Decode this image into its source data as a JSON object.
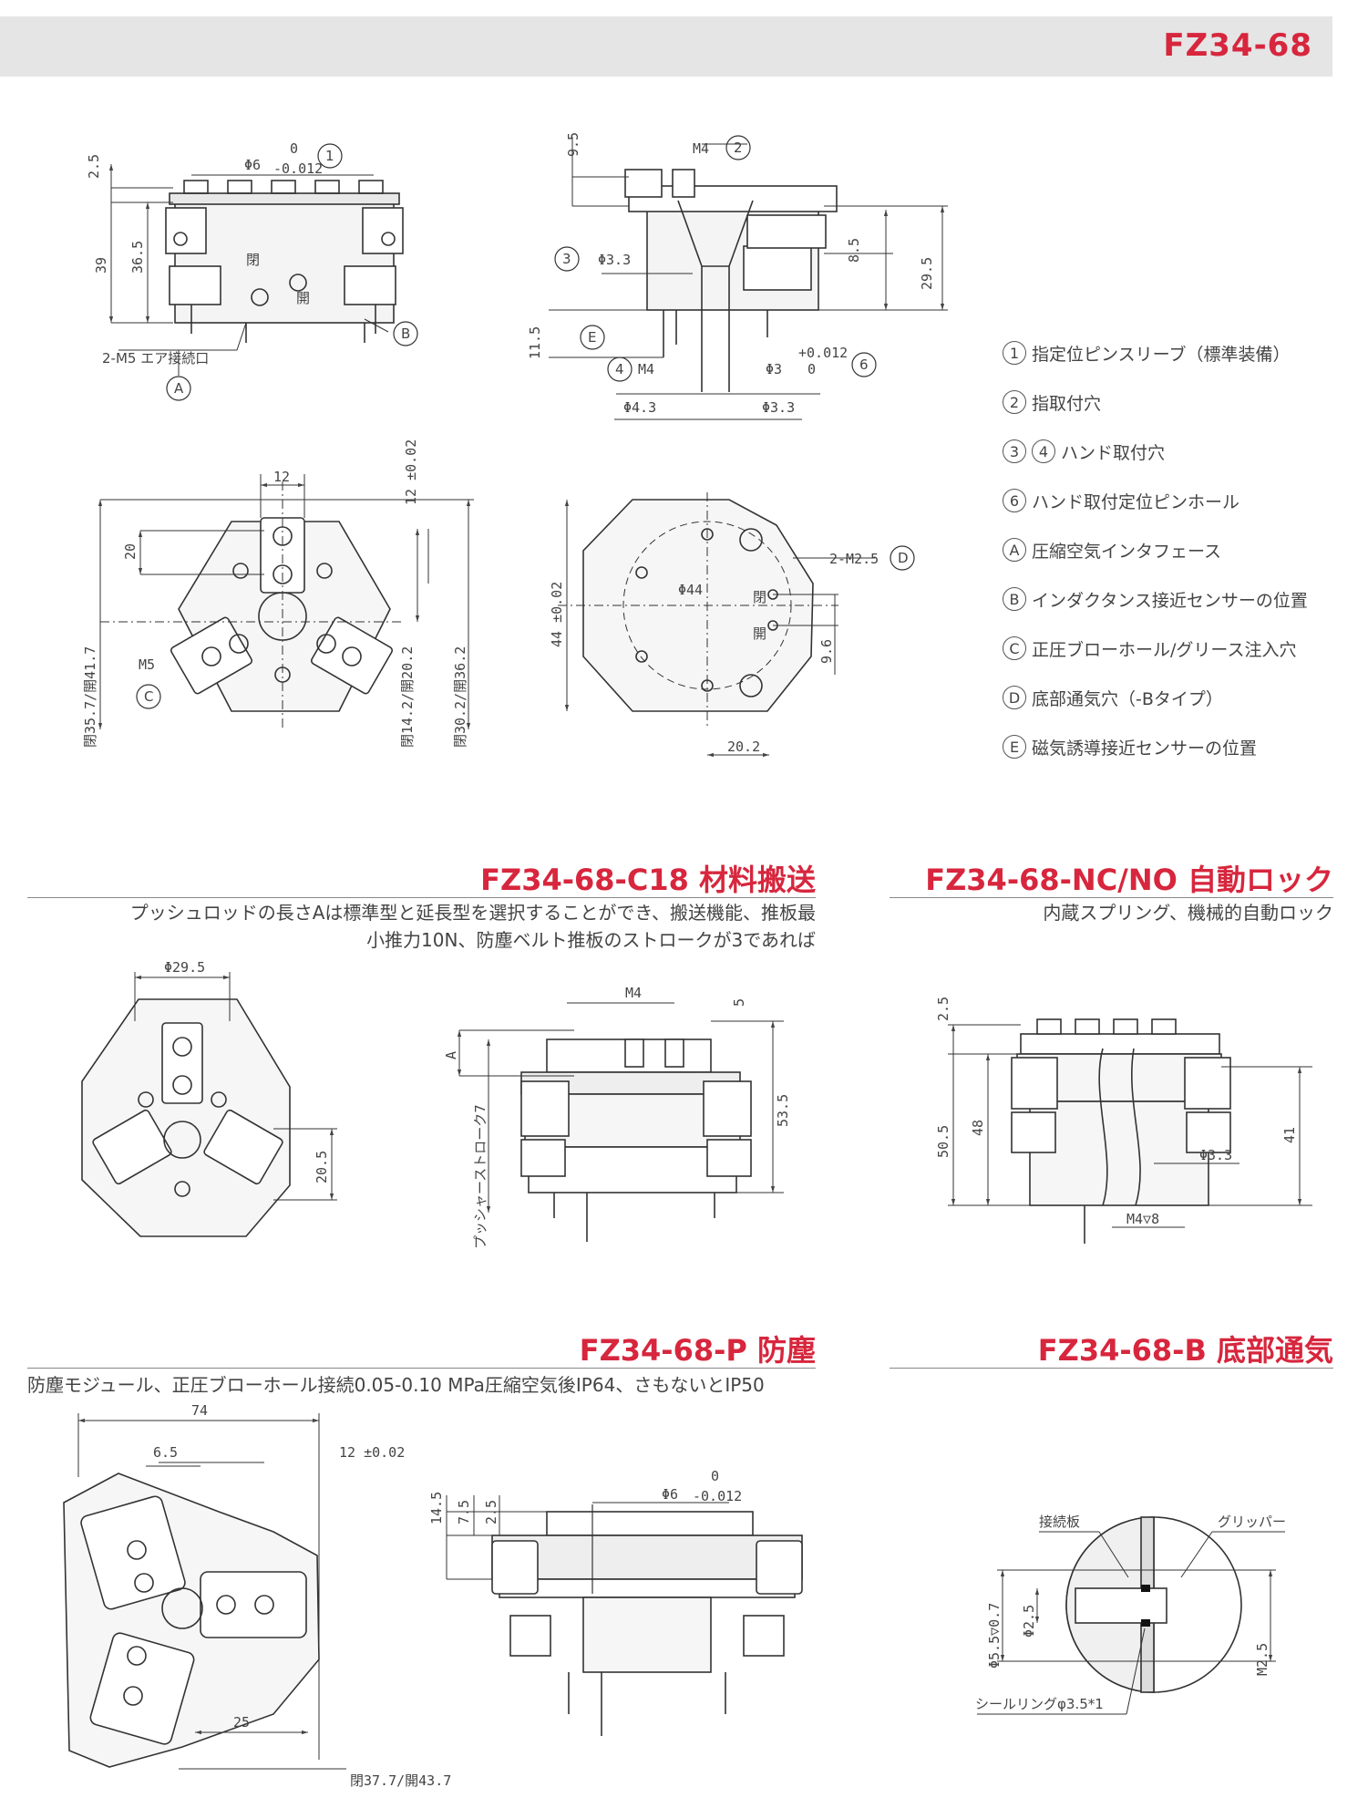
{
  "header": {
    "model": "FZ34-68"
  },
  "legend": [
    {
      "mark": "1",
      "text": "指定位ピンスリーブ（標準装備）"
    },
    {
      "mark": "2",
      "text": "指取付穴"
    },
    {
      "mark": "3",
      "mark2": "4",
      "text": "ハンド取付穴"
    },
    {
      "mark": "6",
      "text": "ハンド取付定位ピンホール"
    },
    {
      "mark": "A",
      "text": "圧縮空気インタフェース"
    },
    {
      "mark": "B",
      "text": "インダクタンス接近センサーの位置"
    },
    {
      "mark": "C",
      "text": "正圧ブローホール/グリース注入穴"
    },
    {
      "mark": "D",
      "text": "底部通気穴（-Bタイプ）"
    },
    {
      "mark": "E",
      "text": "磁気誘導接近センサーの位置"
    }
  ],
  "sections": {
    "c18": {
      "title": "FZ34-68-C18 材料搬送",
      "desc1": "プッシュロッドの長さAは標準型と延長型を選択することができ、搬送機能、推板最",
      "desc2": "小推力10N、防塵ベルト推板のストロークが3であれば"
    },
    "ncno": {
      "title": "FZ34-68-NC/NO 自動ロック",
      "desc": "内蔵スプリング、機械的自動ロック"
    },
    "p": {
      "title": "FZ34-68-P 防塵",
      "desc": "防塵モジュール、正圧ブローホール接続0.05-0.10 MPa圧縮空気後IP64、さもないとIP50"
    },
    "b": {
      "title": "FZ34-68-B 底部通気"
    }
  },
  "drawing_labels": {
    "d1_top": "2.5",
    "d1_phi": "Φ6",
    "d1_tol_up": "0",
    "d1_tol_lo": "-0.012",
    "d1_h39": "39",
    "d1_h365": "36.5",
    "d1_close": "閉",
    "d1_open": "開",
    "d1_port": "2-M5 エア接続口",
    "mark_A": "A",
    "mark_B": "B",
    "mark_1": "1",
    "d2_95": "9.5",
    "d2_m4": "M4",
    "mark_2": "2",
    "mark_3": "3",
    "d2_phi33": "Φ3.3",
    "d2_85": "8.5",
    "d2_295": "29.5",
    "d2_115": "11.5",
    "mark_E": "E",
    "mark_4": "4",
    "d2_m4b": "M4",
    "d2_phi3": "Φ3",
    "d2_tol_up": "+0.012",
    "d2_tol_lo": "0",
    "mark_6": "6",
    "d2_phi43": "Φ4.3",
    "d2_phi33b": "Φ3.3",
    "d3_12": "12",
    "d3_12tol": "12 ±0.02",
    "d3_20": "20",
    "d3_m5": "M5",
    "mark_C": "C",
    "d3_v1": "閉35.7/開41.7",
    "d3_v2": "閉14.2/開20.2",
    "d3_v3": "閉30.2/開36.2",
    "d4_2m25": "2-M2.5",
    "mark_D": "D",
    "d4_phi44": "Φ44",
    "d4_44": "44 ±0.02",
    "d4_close": "閉",
    "d4_open": "開",
    "d4_96": "9.6",
    "d4_202": "20.2",
    "c1_phi295": "Φ29.5",
    "c1_205": "20.5",
    "c2_m4": "M4",
    "c2_5": "5",
    "c2_A": "A",
    "c2_535": "53.5",
    "c2_stroke": "プッシャーストローク7",
    "n_25": "2.5",
    "n_505": "50.5",
    "n_48": "48",
    "n_41": "41",
    "n_phi33": "Φ3.3",
    "n_m4": "M4▽8",
    "p_74": "74",
    "p_65": "6.5",
    "p_12": "12 ±0.02",
    "p_25": "25",
    "p_close": "閉37.7/開43.7",
    "p2_145": "14.5",
    "p2_75": "7.5",
    "p2_25": "2.5",
    "p2_phi6": "Φ6",
    "p2_tol_up": "0",
    "p2_tol_lo": "-0.012",
    "b_plate": "接続板",
    "b_gripper": "グリッパー",
    "b_phi55": "Φ5.5▽0.7",
    "b_phi25": "Φ2.5",
    "b_m25": "M2.5",
    "b_seal": "シールリングφ3.5*1"
  }
}
